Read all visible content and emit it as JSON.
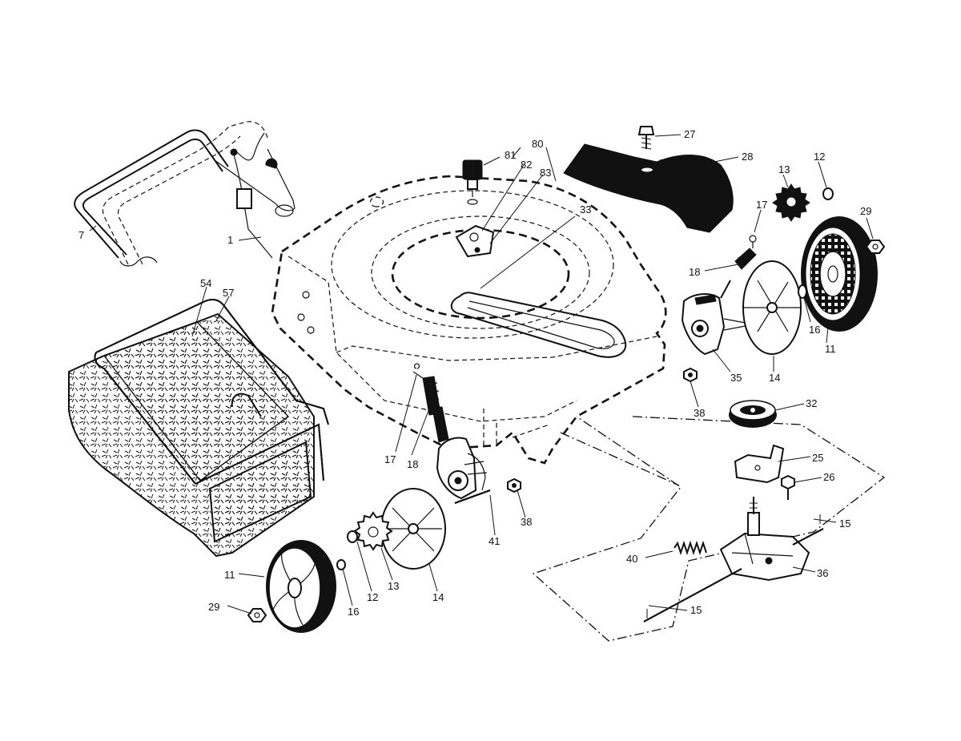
{
  "callouts": [
    {
      "id": "c-1",
      "text": "1"
    },
    {
      "id": "c-7",
      "text": "7"
    },
    {
      "id": "c-80",
      "text": "80"
    },
    {
      "id": "c-81",
      "text": "81"
    },
    {
      "id": "c-82",
      "text": "82"
    },
    {
      "id": "c-83",
      "text": "83"
    },
    {
      "id": "c-27",
      "text": "27"
    },
    {
      "id": "c-28",
      "text": "28"
    },
    {
      "id": "c-13a",
      "text": "13"
    },
    {
      "id": "c-12a",
      "text": "12"
    },
    {
      "id": "c-29a",
      "text": "29"
    },
    {
      "id": "c-17a",
      "text": "17"
    },
    {
      "id": "c-18a",
      "text": "18"
    },
    {
      "id": "c-33",
      "text": "33"
    },
    {
      "id": "c-16a",
      "text": "16"
    },
    {
      "id": "c-11a",
      "text": "11"
    },
    {
      "id": "c-14a",
      "text": "14"
    },
    {
      "id": "c-35",
      "text": "35"
    },
    {
      "id": "c-38a",
      "text": "38"
    },
    {
      "id": "c-32",
      "text": "32"
    },
    {
      "id": "c-25",
      "text": "25"
    },
    {
      "id": "c-26",
      "text": "26"
    },
    {
      "id": "c-15a",
      "text": "15"
    },
    {
      "id": "c-36",
      "text": "36"
    },
    {
      "id": "c-40",
      "text": "40"
    },
    {
      "id": "c-15b",
      "text": "15"
    },
    {
      "id": "c-54",
      "text": "54"
    },
    {
      "id": "c-57",
      "text": "57"
    },
    {
      "id": "c-17b",
      "text": "17"
    },
    {
      "id": "c-18b",
      "text": "18"
    },
    {
      "id": "c-41",
      "text": "41"
    },
    {
      "id": "c-38b",
      "text": "38"
    },
    {
      "id": "c-14b",
      "text": "14"
    },
    {
      "id": "c-13b",
      "text": "13"
    },
    {
      "id": "c-12b",
      "text": "12"
    },
    {
      "id": "c-16b",
      "text": "16"
    },
    {
      "id": "c-11b",
      "text": "11"
    },
    {
      "id": "c-29b",
      "text": "29"
    }
  ]
}
